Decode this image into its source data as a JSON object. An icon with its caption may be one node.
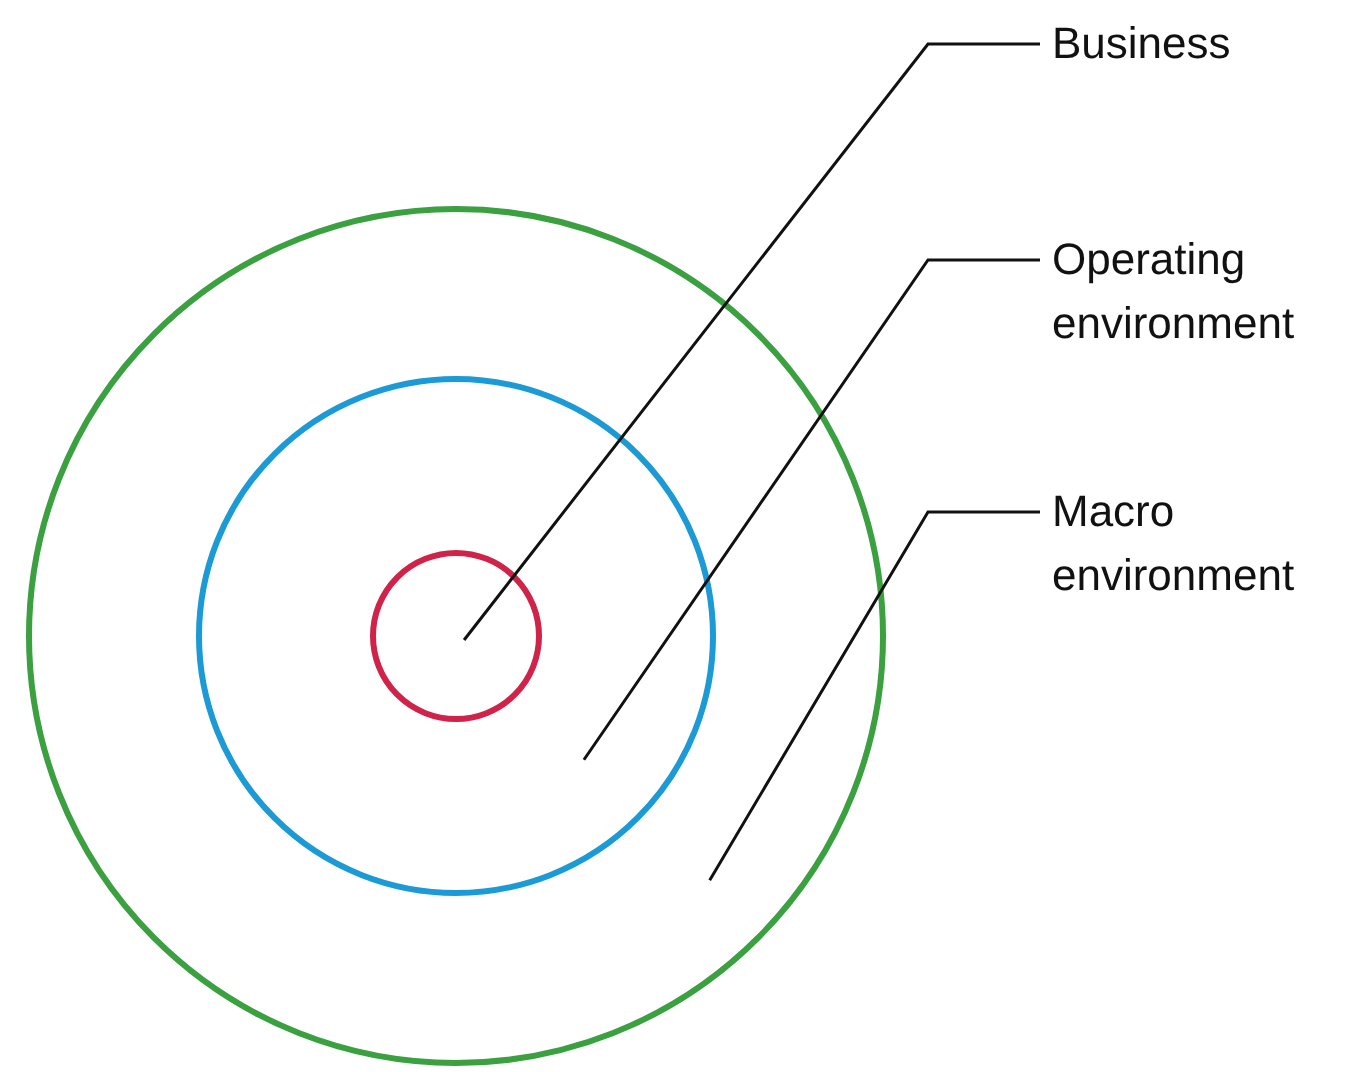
{
  "diagram": {
    "nodes": [
      {
        "text": [],
        "shape": "circle"
      },
      {
        "text": [],
        "shape": "circle",
        "in": 0
      },
      {
        "text": [],
        "shape": "circle",
        "in": 1
      },
      {
        "text": [
          "Business"
        ]
      },
      {
        "text": [
          "Operating environment"
        ]
      },
      {
        "text": [
          "Macro environment"
        ]
      }
    ],
    "edges": [
      {
        "from": 3,
        "to": 2,
        "arrow": "none"
      },
      {
        "from": 4,
        "to": 1,
        "arrow": "none"
      },
      {
        "from": 5,
        "to": 0,
        "arrow": "none"
      }
    ]
  }
}
